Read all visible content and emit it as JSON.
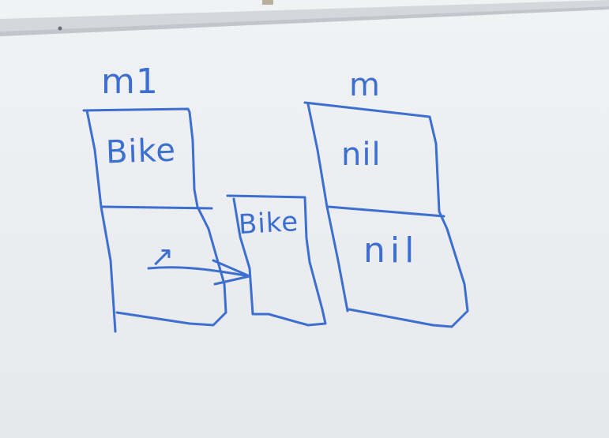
{
  "whiteboard": {
    "variables": [
      {
        "name": "m1",
        "fields": [
          "Bike",
          "↗"
        ]
      },
      {
        "name": "m",
        "fields": [
          "nil",
          "nil"
        ]
      }
    ],
    "heap_object": {
      "value": "Bike"
    }
  },
  "colors": {
    "ink": "#3c6fcf",
    "board": "#eceef1",
    "tray": "#d9dce1"
  }
}
